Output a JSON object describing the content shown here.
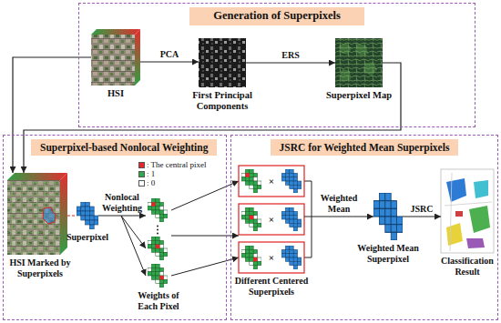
{
  "diagram": {
    "nodes": [
      {
        "text": [
          "Generation of Superpixels"
        ]
      },
      {
        "text": [
          "HSI"
        ],
        "in": 0
      },
      {
        "text": [
          "First Principal Components"
        ],
        "in": 0
      },
      {
        "text": [
          "Superpixel Map"
        ],
        "in": 0
      },
      {
        "text": [
          "Superpixel-based Nonlocal Weighting"
        ]
      },
      {
        "text": [
          "HSI Marked by Superpixels"
        ],
        "in": 4
      },
      {
        "text": [
          "Superpixel"
        ],
        "in": 4
      },
      {
        "text": [
          "Weights of Each Pixel"
        ],
        "in": 4
      },
      {
        "text": [
          "JSRC for Weighted Mean Superpixels"
        ]
      },
      {
        "text": [
          "Different Centered Superpixels"
        ],
        "in": 8
      },
      {
        "text": [
          "Weighted Mean Superpixel"
        ],
        "in": 8
      },
      {
        "text": [
          "Classification Result"
        ],
        "in": 8
      }
    ],
    "edges": [
      {
        "from": 1,
        "to": 2,
        "label": "PCA",
        "arrow": "to"
      },
      {
        "from": 2,
        "to": 3,
        "label": "ERS",
        "arrow": "to"
      },
      {
        "from": 1,
        "to": 5,
        "arrow": "to"
      },
      {
        "from": 3,
        "to": 5,
        "arrow": "to"
      },
      {
        "from": 5,
        "to": 6,
        "arrow": "none"
      },
      {
        "from": 6,
        "to": 7,
        "label": "Nonlocal Weighting",
        "arrow": "to"
      },
      {
        "from": 7,
        "to": 9,
        "arrow": "to"
      },
      {
        "from": 9,
        "to": 10,
        "label": "Weighted Mean",
        "arrow": "to"
      },
      {
        "from": 10,
        "to": 11,
        "label": "JSRC",
        "arrow": "to"
      }
    ],
    "labels": [
      "×",
      "×",
      "×"
    ],
    "legend": [
      {
        "text": ": The central pixel",
        "color": "#e8262a"
      },
      {
        "text": ": 1",
        "color": "#2ea84a"
      },
      {
        "text": ": 0",
        "color": "#ffffff"
      }
    ]
  }
}
